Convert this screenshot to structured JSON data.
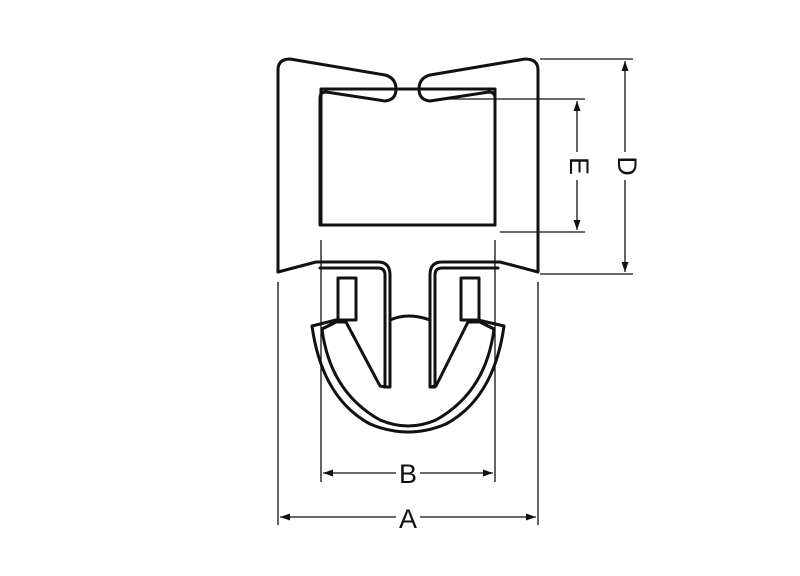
{
  "figure": {
    "dimensions": [
      {
        "id": "A",
        "label": "A"
      },
      {
        "id": "B",
        "label": "B"
      },
      {
        "id": "D",
        "label": "D"
      },
      {
        "id": "E",
        "label": "E"
      }
    ],
    "line_color": "#111111",
    "background": "#ffffff"
  }
}
